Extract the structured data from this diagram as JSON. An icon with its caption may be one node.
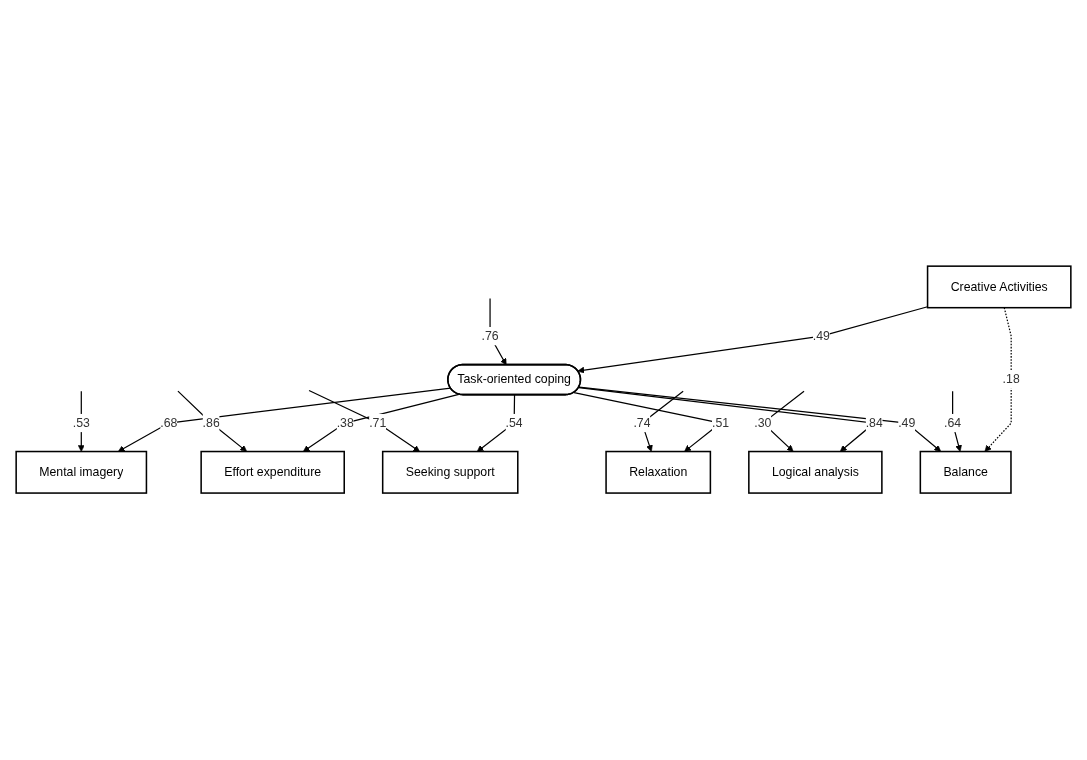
{
  "diagram": {
    "nodes": [
      {
        "text": [
          "Mental imagery"
        ]
      },
      {
        "text": [
          "Effort expenditure"
        ]
      },
      {
        "text": [
          "Seeking support"
        ]
      },
      {
        "text": [
          "Relaxation"
        ]
      },
      {
        "text": [
          "Logical analysis"
        ]
      },
      {
        "text": [
          "Task-oriented coping"
        ]
      },
      {
        "text": [
          "Creative Activities"
        ]
      },
      {
        "text": [
          "Balance"
        ]
      }
    ],
    "edges": [
      {
        "from": null,
        "to": 0,
        "arrow": "to",
        "label": ".53"
      },
      {
        "from": null,
        "to": 1,
        "arrow": "to",
        "label": ".86"
      },
      {
        "from": null,
        "to": 2,
        "arrow": "to",
        "label": ".71"
      },
      {
        "from": null,
        "to": 3,
        "arrow": "to",
        "label": ".74"
      },
      {
        "from": null,
        "to": 4,
        "arrow": "to",
        "label": ".30"
      },
      {
        "from": 5,
        "to": 0,
        "arrow": "to",
        "label": ".68"
      },
      {
        "from": 5,
        "to": 1,
        "arrow": "to",
        "label": ".38"
      },
      {
        "from": 5,
        "to": 2,
        "arrow": "to",
        "label": ".54"
      },
      {
        "from": 5,
        "to": 3,
        "arrow": "to",
        "label": ".51"
      },
      {
        "from": 5,
        "to": 4,
        "arrow": "to",
        "label": ".84"
      },
      {
        "from": null,
        "to": 5,
        "arrow": "to",
        "label": ".76"
      },
      {
        "from": 6,
        "to": 5,
        "arrow": "to",
        "label": ".49"
      },
      {
        "from": 5,
        "to": 7,
        "arrow": "to",
        "label": ".49"
      },
      {
        "from": null,
        "to": 7,
        "arrow": "to",
        "label": ".64"
      },
      {
        "from": 6,
        "to": 7,
        "arrow": "to",
        "label": ".18",
        "style": "dashed"
      }
    ]
  }
}
